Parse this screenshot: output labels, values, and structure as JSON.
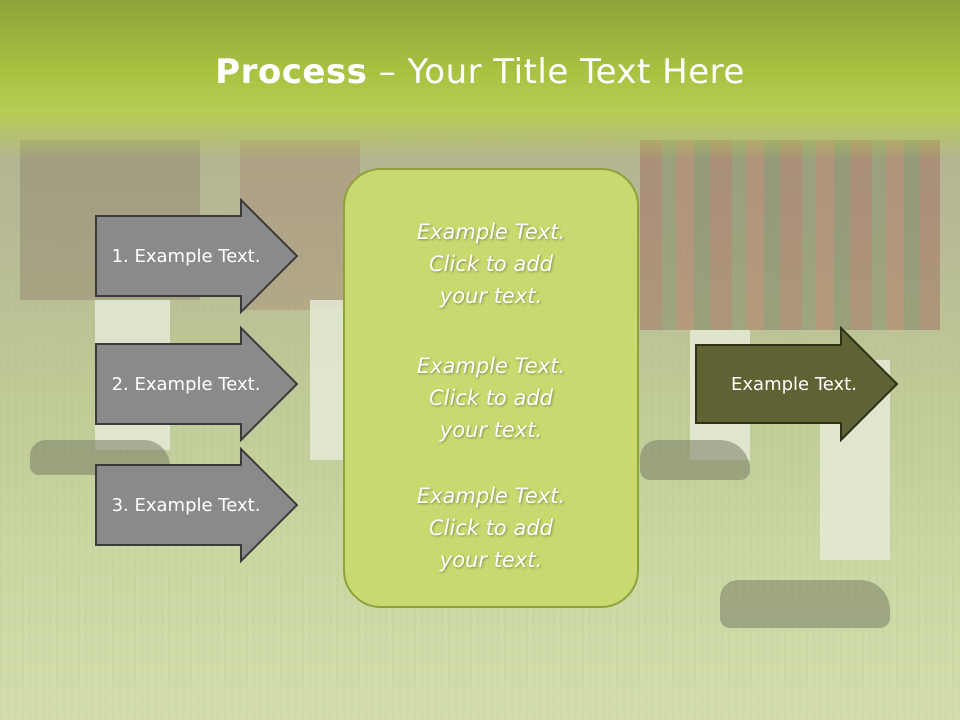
{
  "title": {
    "bold": "Process",
    "dash": " – ",
    "rest": "Your Title Text Here"
  },
  "left_steps": [
    {
      "label": "1. Example Text."
    },
    {
      "label": "2. Example Text."
    },
    {
      "label": "3. Example Text."
    }
  ],
  "center_panel": {
    "blocks": [
      {
        "lines": [
          "Example Text.",
          "Click  to add",
          "your text."
        ]
      },
      {
        "lines": [
          "Example Text.",
          "Click  to add",
          "your text."
        ]
      },
      {
        "lines": [
          "Example Text.",
          "Click  to add",
          "your text."
        ]
      }
    ]
  },
  "right_arrow": {
    "label": "Example Text."
  },
  "colors": {
    "title_band": "#a8c241",
    "left_arrow_fill": "#8a8a8a",
    "panel_fill": "#c9d86f",
    "right_arrow_fill": "#5f6233"
  }
}
